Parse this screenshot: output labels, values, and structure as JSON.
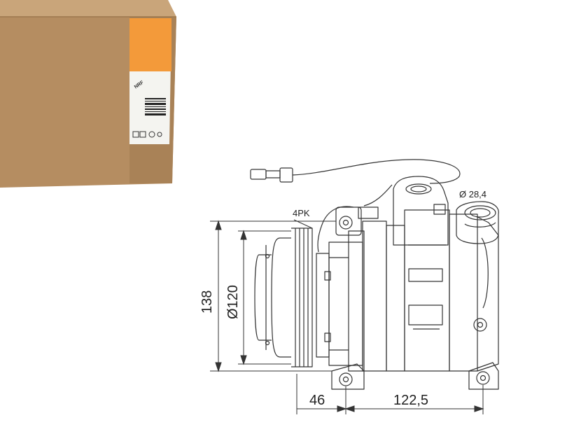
{
  "box": {
    "brand_mark": "NRF",
    "label_accent_color": "#f39a3a",
    "cardboard_color": "#b58d61"
  },
  "diagram": {
    "belt_label": "4PK",
    "port_diameter_label": "Ø 28,4",
    "height_label": "138",
    "pulley_diameter_label": "Ø120",
    "offset_label": "46",
    "mount_spacing_label": "122,5",
    "line_color": "#333333"
  }
}
